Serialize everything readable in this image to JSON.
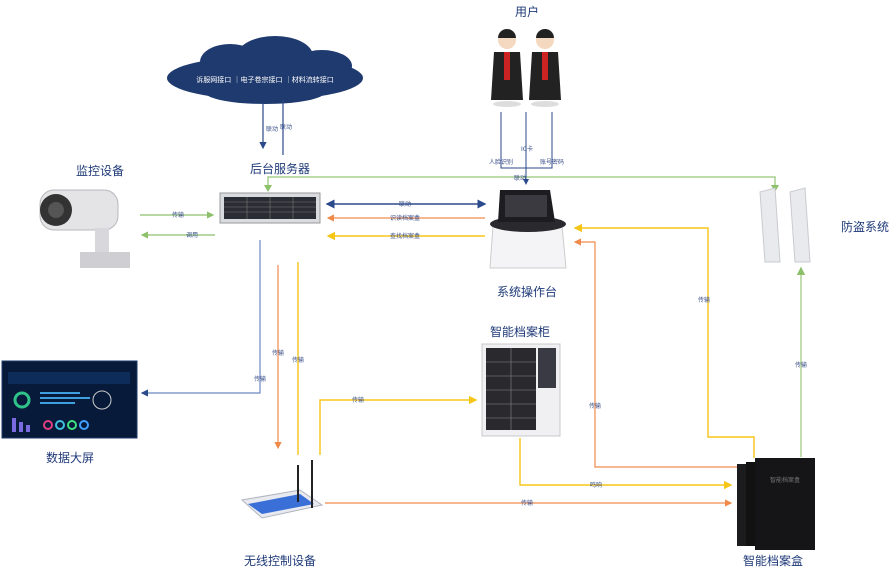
{
  "cloud": {
    "text": "诉服网接口 ｜电子卷宗接口 ｜材料流转接口"
  },
  "nodes": {
    "server": "后台服务器",
    "camera": "监控设备",
    "users": "用户",
    "console": "系统操作台",
    "antitheft": "防盗系统",
    "cabinet": "智能档案柜",
    "screen": "数据大屏",
    "wireless": "无线控制设备",
    "box": "智能档案盒"
  },
  "box_logo": "智能档案盒",
  "links": {
    "cloud_server_1": "联动",
    "cloud_server_2": "联动",
    "camera_to_server": "传输",
    "server_to_camera": "调用",
    "face": "人脸识别",
    "ic": "IC卡",
    "account": "账号密码",
    "users_console": "联动",
    "server_console": "联动",
    "read_box": "识读档案盒",
    "find_box": "查找档案盒",
    "server_screen": "传输",
    "server_wireless_orange": "传输",
    "server_wireless_yellow": "传输",
    "wireless_cabinet": "传输",
    "box_console_yellow": "传输",
    "box_console_orange": "传输",
    "cabinet_box": "鸣响",
    "wireless_box": "传输",
    "box_antitheft": "传输"
  },
  "colors": {
    "blue": "#2b4a8b",
    "orange": "#f08a4b",
    "yellow": "#f5c518",
    "green": "#a8d08d",
    "navy": "#1f3a78"
  }
}
